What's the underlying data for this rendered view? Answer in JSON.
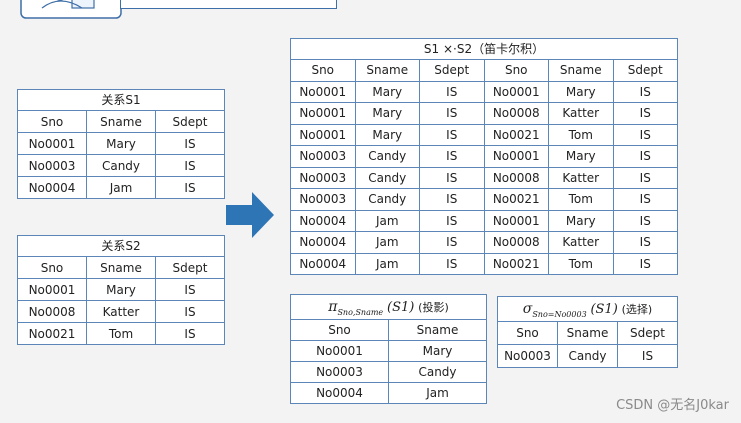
{
  "s1": {
    "title": "关系S1",
    "headers": [
      "Sno",
      "Sname",
      "Sdept"
    ],
    "rows": [
      [
        "No0001",
        "Mary",
        "IS"
      ],
      [
        "No0003",
        "Candy",
        "IS"
      ],
      [
        "No0004",
        "Jam",
        "IS"
      ]
    ]
  },
  "s2": {
    "title": "关系S2",
    "headers": [
      "Sno",
      "Sname",
      "Sdept"
    ],
    "rows": [
      [
        "No0001",
        "Mary",
        "IS"
      ],
      [
        "No0008",
        "Katter",
        "IS"
      ],
      [
        "No0021",
        "Tom",
        "IS"
      ]
    ]
  },
  "product": {
    "title": "S1 ×·S2（笛卡尔积）",
    "headers": [
      "Sno",
      "Sname",
      "Sdept",
      "Sno",
      "Sname",
      "Sdept"
    ],
    "rows": [
      [
        "No0001",
        "Mary",
        "IS",
        "No0001",
        "Mary",
        "IS"
      ],
      [
        "No0001",
        "Mary",
        "IS",
        "No0008",
        "Katter",
        "IS"
      ],
      [
        "No0001",
        "Mary",
        "IS",
        "No0021",
        "Tom",
        "IS"
      ],
      [
        "No0003",
        "Candy",
        "IS",
        "No0001",
        "Mary",
        "IS"
      ],
      [
        "No0003",
        "Candy",
        "IS",
        "No0008",
        "Katter",
        "IS"
      ],
      [
        "No0003",
        "Candy",
        "IS",
        "No0021",
        "Tom",
        "IS"
      ],
      [
        "No0004",
        "Jam",
        "IS",
        "No0001",
        "Mary",
        "IS"
      ],
      [
        "No0004",
        "Jam",
        "IS",
        "No0008",
        "Katter",
        "IS"
      ],
      [
        "No0004",
        "Jam",
        "IS",
        "No0021",
        "Tom",
        "IS"
      ]
    ]
  },
  "projection": {
    "symbol": "π",
    "subscript": "Sno,Sname",
    "argument": "(S1)",
    "label": "(投影)",
    "headers": [
      "Sno",
      "Sname"
    ],
    "rows": [
      [
        "No0001",
        "Mary"
      ],
      [
        "No0003",
        "Candy"
      ],
      [
        "No0004",
        "Jam"
      ]
    ]
  },
  "selection": {
    "symbol": "σ",
    "subscript": "Sno=No0003",
    "argument": "(S1)",
    "label": "(选择)",
    "headers": [
      "Sno",
      "Sname",
      "Sdept"
    ],
    "rows": [
      [
        "No0003",
        "Candy",
        "IS"
      ]
    ]
  },
  "arrow_color": "#2e75b6",
  "border_color": "#5b86b7",
  "watermark": "CSDN @无名J0kar"
}
